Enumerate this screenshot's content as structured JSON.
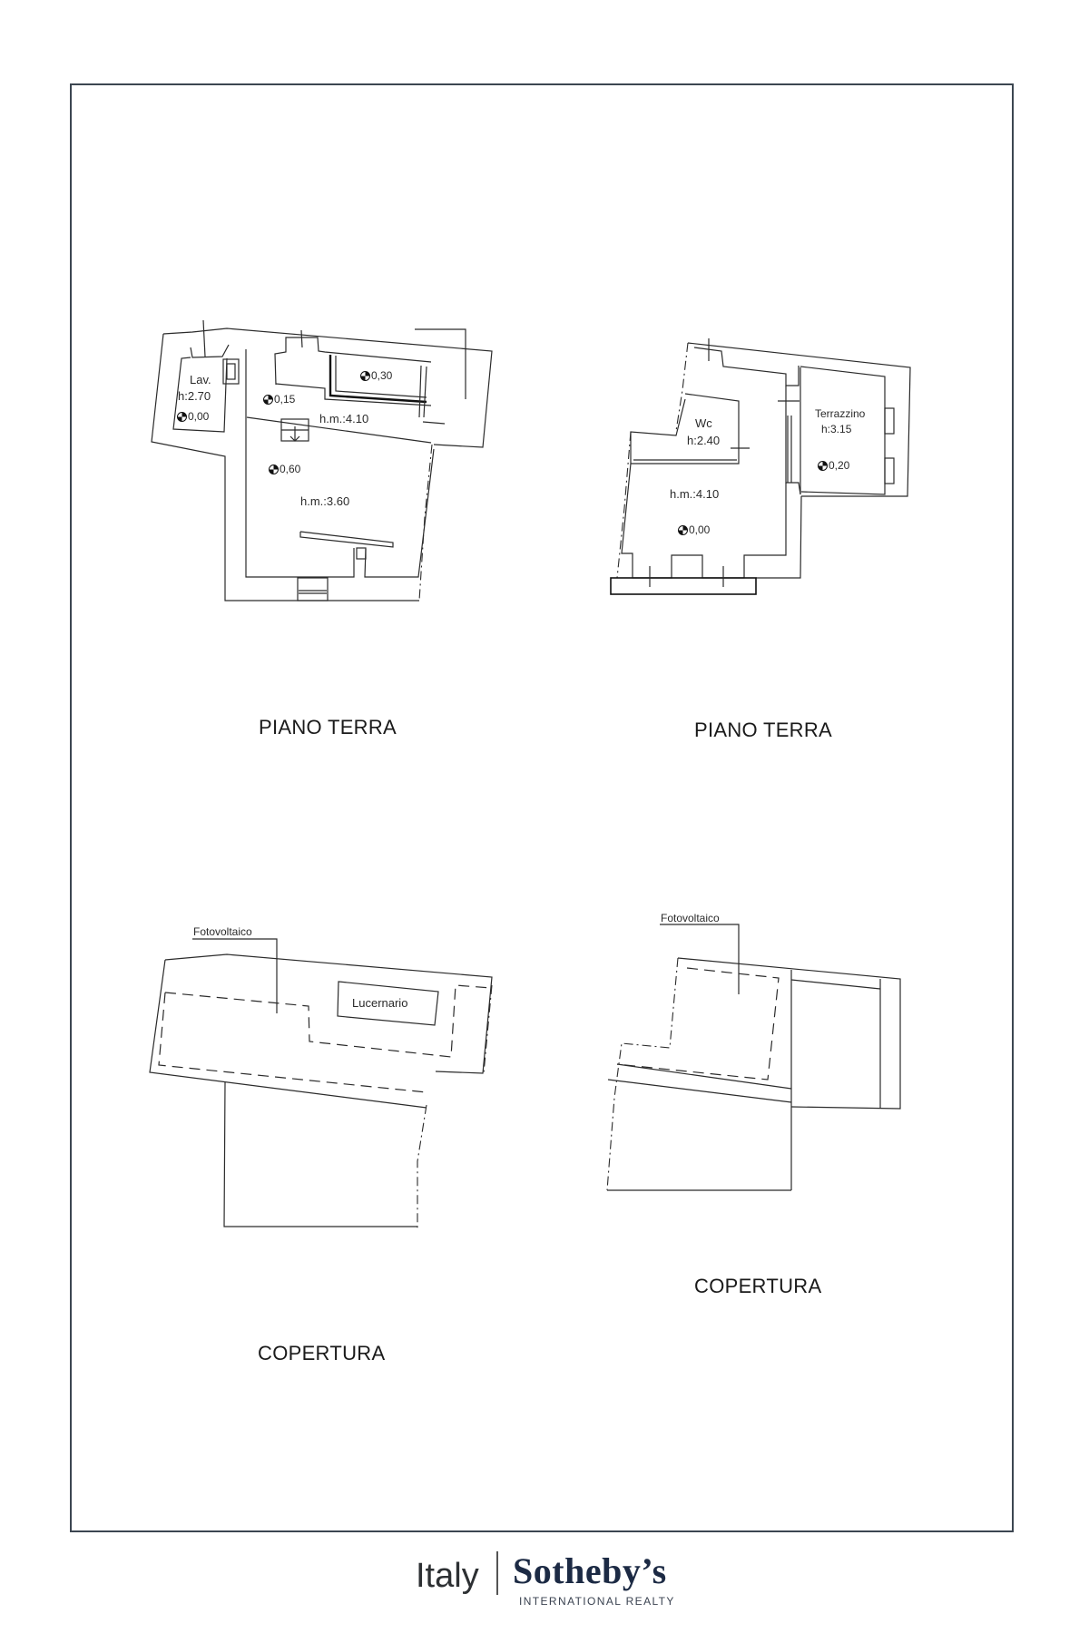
{
  "drawing": {
    "plan_ground_left": {
      "caption": "PIANO TERRA",
      "rooms": {
        "lav_name": "Lav.",
        "lav_height": "h:2.70",
        "main_upper_height": "h.m.:4.10",
        "main_lower_height": "h.m.:3.60"
      },
      "levels": [
        "0,00",
        "0,30",
        "0,15",
        "0,60"
      ]
    },
    "plan_ground_right": {
      "caption": "PIANO TERRA",
      "rooms": {
        "wc_name": "Wc",
        "wc_height": "h:2.40",
        "terrazzino_name": "Terrazzino",
        "terrazzino_height": "h:3.15",
        "main_height": "h.m.:4.10"
      },
      "levels": [
        "0,20",
        "0,00"
      ]
    },
    "roof_left": {
      "caption": "COPERTURA",
      "callout": "Fotovoltaico",
      "skylight": "Lucernario"
    },
    "roof_right": {
      "caption": "COPERTURA",
      "callout": "Fotovoltaico"
    }
  },
  "branding": {
    "region": "Italy",
    "brand": "Sotheby’s",
    "subtitle": "INTERNATIONAL REALTY",
    "brand_color": "#1c2a44"
  },
  "frame_color": "#3c4651",
  "icons": {
    "level_marker": "level-datum-icon"
  }
}
